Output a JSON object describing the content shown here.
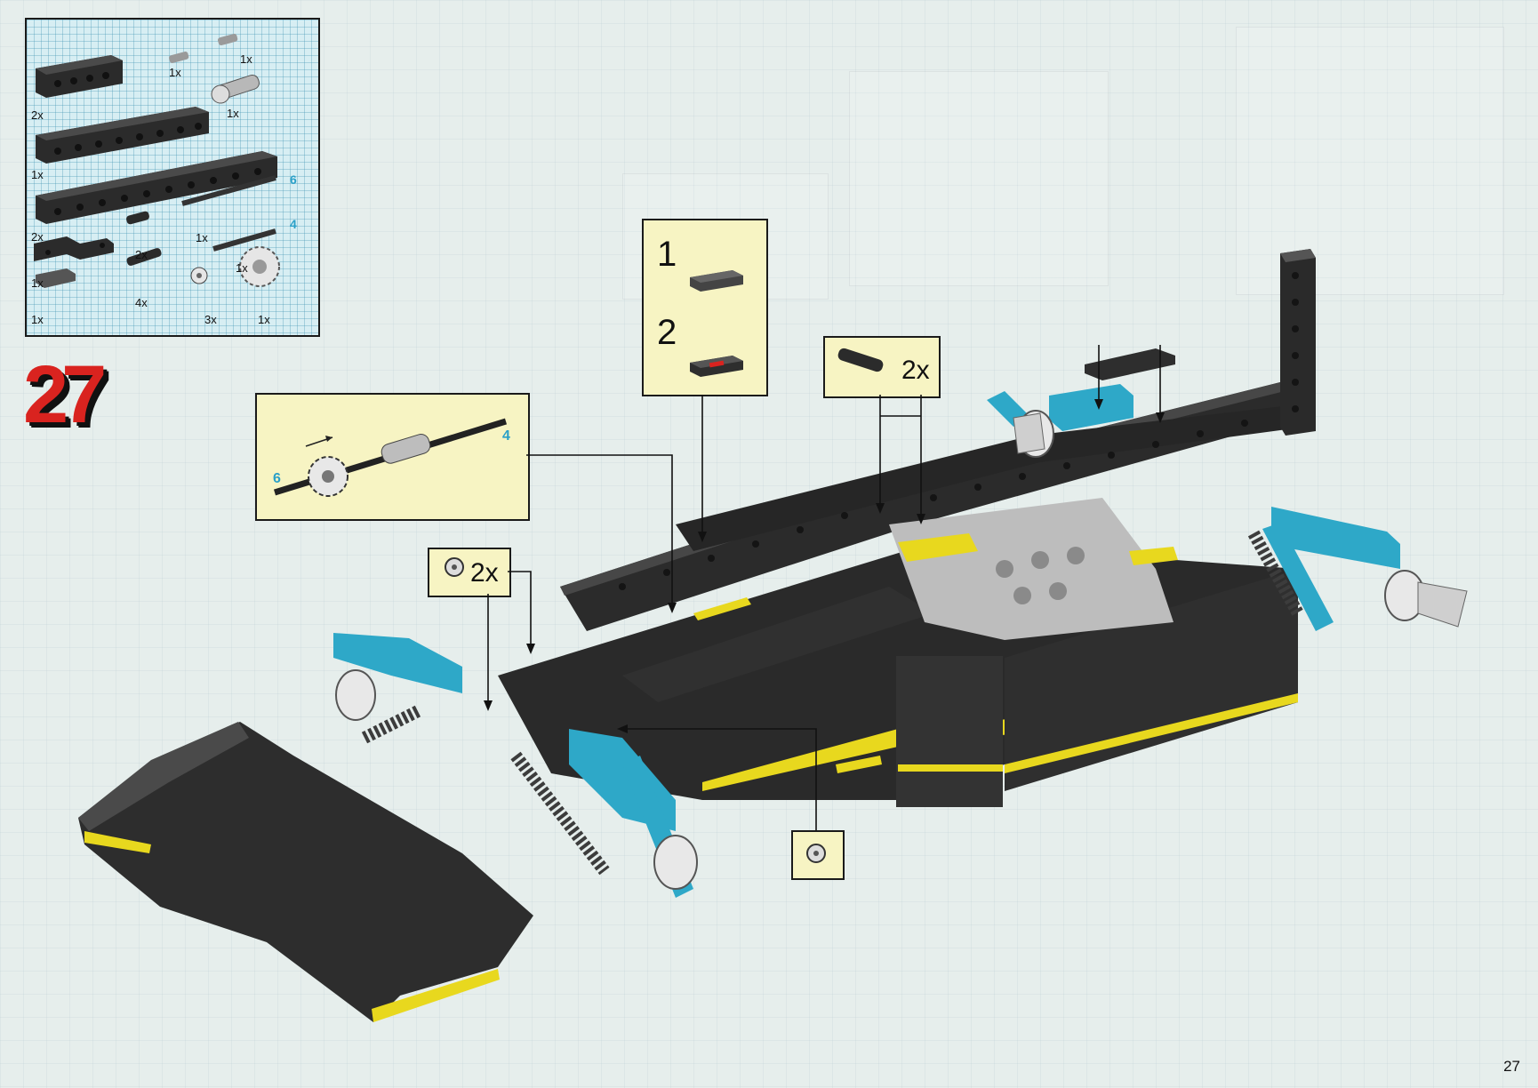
{
  "step_number": "27",
  "page_number": "27",
  "parts_list": {
    "quantities": [
      "1x",
      "1x",
      "2x",
      "1x",
      "1x",
      "2x",
      "1x",
      "2x",
      "1x",
      "1x",
      "1x",
      "4x",
      "3x",
      "1x"
    ],
    "axle_lengths": [
      "6",
      "4"
    ]
  },
  "callouts": {
    "axle_assembly": {
      "lengths": [
        "6",
        "4"
      ]
    },
    "sub_steps": [
      "1",
      "2"
    ],
    "pin_qty": "2x",
    "bush_qty": "2x"
  },
  "colors": {
    "black_brick": "#2b2b2b",
    "teal_beam": "#2ea8c8",
    "yellow_stripe": "#e8d81e",
    "callout_bg": "#f7f4c3",
    "step_red": "#d9231f"
  }
}
